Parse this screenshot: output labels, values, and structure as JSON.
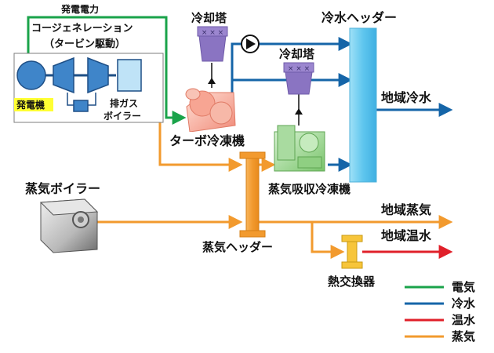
{
  "labels": {
    "power_flow": "発電電力",
    "cogen_title": "コージェネレーション",
    "cogen_subtitle": "（タービン駆動）",
    "generator": "発電機",
    "exhaust_boiler_1": "排ガス",
    "exhaust_boiler_2": "ボイラー",
    "cooling_tower_1": "冷却塔",
    "cooling_tower_2": "冷却塔",
    "chilled_header": "冷水ヘッダー",
    "turbo_chiller": "ターボ冷凍機",
    "absorption_chiller": "蒸気吸収冷凍機",
    "district_cold": "地域冷水",
    "steam_boiler": "蒸気ボイラー",
    "district_steam": "地域蒸気",
    "steam_header": "蒸気ヘッダー",
    "district_hot": "地域温水",
    "heat_exchanger": "熱交換器"
  },
  "legend": [
    {
      "label": "電気",
      "color": "#1aa34a"
    },
    {
      "label": "冷水",
      "color": "#1565a8"
    },
    {
      "label": "温水",
      "color": "#e0202a"
    },
    {
      "label": "蒸気",
      "color": "#f29a2e"
    }
  ],
  "colors": {
    "electric": "#1aa34a",
    "chilled": "#1565a8",
    "hot": "#e0202a",
    "steam": "#f29a2e",
    "generator_blue": "#3f85c9",
    "header_cyan": "#5fc6ee",
    "label_highlight": "#ffff33"
  },
  "icons": [
    "pump-icon",
    "cooling-tower-icon",
    "turbo-chiller-icon",
    "absorption-chiller-icon",
    "steam-boiler-icon",
    "heat-exchanger-icon"
  ]
}
